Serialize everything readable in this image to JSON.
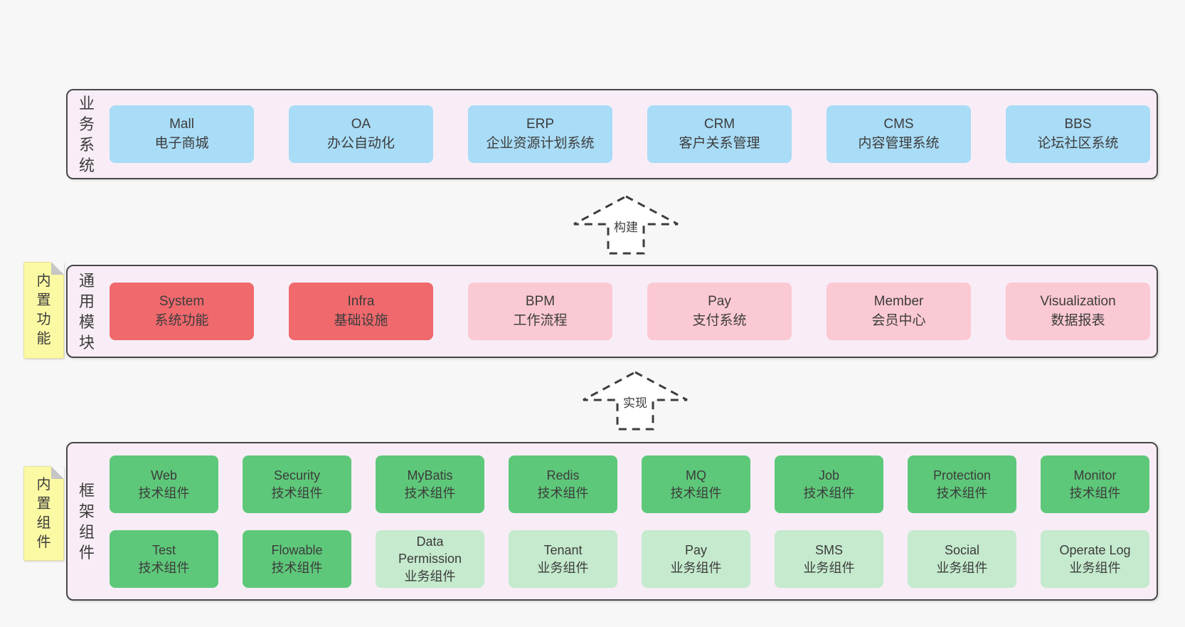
{
  "colors": {
    "page_bg": "#f7f7f7",
    "panel_bg": "#f8edf6",
    "panel_border": "#474747",
    "text": "#3c3c3c",
    "blue": "#a9dcf6",
    "red": "#f0696d",
    "pink": "#fbc9d3",
    "green": "#5ec87a",
    "green_light": "#c5eacd",
    "sticky_yellow": "#fbf9a3",
    "sticky_fold": "#c6c6c6",
    "arrow_fill": "#ffffff"
  },
  "sections": [
    {
      "side_label": "业务系统",
      "boxes": [
        {
          "name": "Mall",
          "desc": "电子商城",
          "variant": "blue"
        },
        {
          "name": "OA",
          "desc": "办公自动化",
          "variant": "blue"
        },
        {
          "name": "ERP",
          "desc": "企业资源计划系统",
          "variant": "blue"
        },
        {
          "name": "CRM",
          "desc": "客户关系管理",
          "variant": "blue"
        },
        {
          "name": "CMS",
          "desc": "内容管理系统",
          "variant": "blue"
        },
        {
          "name": "BBS",
          "desc": "论坛社区系统",
          "variant": "blue"
        }
      ]
    },
    {
      "side_label": "通用模块",
      "sticky": "内置功能",
      "boxes": [
        {
          "name": "System",
          "desc": "系统功能",
          "variant": "red"
        },
        {
          "name": "Infra",
          "desc": "基础设施",
          "variant": "red"
        },
        {
          "name": "BPM",
          "desc": "工作流程",
          "variant": "pink"
        },
        {
          "name": "Pay",
          "desc": "支付系统",
          "variant": "pink"
        },
        {
          "name": "Member",
          "desc": "会员中心",
          "variant": "pink"
        },
        {
          "name": "Visualization",
          "desc": "数据报表",
          "variant": "pink"
        }
      ]
    },
    {
      "side_label": "框架组件",
      "sticky": "内置组件",
      "rows": [
        [
          {
            "name": "Web",
            "desc": "技术组件",
            "variant": "green"
          },
          {
            "name": "Security",
            "desc": "技术组件",
            "variant": "green"
          },
          {
            "name": "MyBatis",
            "desc": "技术组件",
            "variant": "green"
          },
          {
            "name": "Redis",
            "desc": "技术组件",
            "variant": "green"
          },
          {
            "name": "MQ",
            "desc": "技术组件",
            "variant": "green"
          },
          {
            "name": "Job",
            "desc": "技术组件",
            "variant": "green"
          },
          {
            "name": "Protection",
            "desc": "技术组件",
            "variant": "green"
          },
          {
            "name": "Monitor",
            "desc": "技术组件",
            "variant": "green"
          }
        ],
        [
          {
            "name": "Test",
            "desc": "技术组件",
            "variant": "green"
          },
          {
            "name": "Flowable",
            "desc": "技术组件",
            "variant": "green"
          },
          {
            "name": "Data Permission",
            "desc": "业务组件",
            "variant": "green-light"
          },
          {
            "name": "Tenant",
            "desc": "业务组件",
            "variant": "green-light"
          },
          {
            "name": "Pay",
            "desc": "业务组件",
            "variant": "green-light"
          },
          {
            "name": "SMS",
            "desc": "业务组件",
            "variant": "green-light"
          },
          {
            "name": "Social",
            "desc": "业务组件",
            "variant": "green-light"
          },
          {
            "name": "Operate Log",
            "desc": "业务组件",
            "variant": "green-light"
          }
        ]
      ]
    }
  ],
  "arrows": [
    {
      "label": "构建"
    },
    {
      "label": "实现"
    }
  ]
}
